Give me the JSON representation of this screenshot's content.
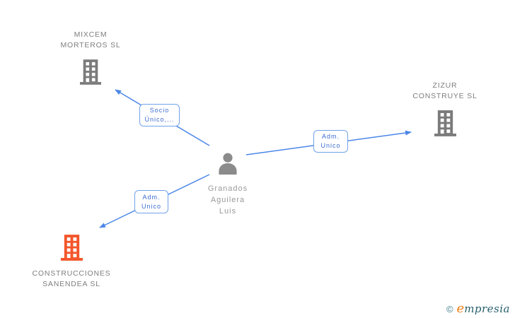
{
  "diagram": {
    "person": {
      "name_line1": "Granados",
      "name_line2": "Aguilera",
      "name_line3": "Luis"
    },
    "companies": [
      {
        "name_line1": "MIXCEM",
        "name_line2": "MORTEROS SL"
      },
      {
        "name_line1": "ZIZUR",
        "name_line2": "CONSTRUYE SL"
      },
      {
        "name_line1": "CONSTRUCCIONES",
        "name_line2": "SANENDEA SL"
      }
    ],
    "relationships": [
      {
        "line1": "Socio",
        "line2": "Único,...",
        "from": "Granados Aguilera Luis",
        "to": "MIXCEM MORTEROS SL"
      },
      {
        "line1": "Adm.",
        "line2": "Unico",
        "from": "Granados Aguilera Luis",
        "to": "ZIZUR CONSTRUYE SL"
      },
      {
        "line1": "Adm.",
        "line2": "Unico",
        "from": "Granados Aguilera Luis",
        "to": "CONSTRUCCIONES SANENDEA SL"
      }
    ]
  },
  "watermark": {
    "copyright": "©",
    "brand_initial": "e",
    "brand_rest": "mpresia"
  },
  "colors": {
    "edge_blue": "#4a86e8",
    "box_border_blue": "#71a3e8",
    "box_text_blue": "#3d6cd1",
    "company_text_gray": "#7e7e7e",
    "person_text_gray": "#9a9a9a",
    "building_gray": "#7b7b7b",
    "building_orange": "#f4562b",
    "watermark_teal": "#275f6d",
    "watermark_orange": "#f08119"
  }
}
